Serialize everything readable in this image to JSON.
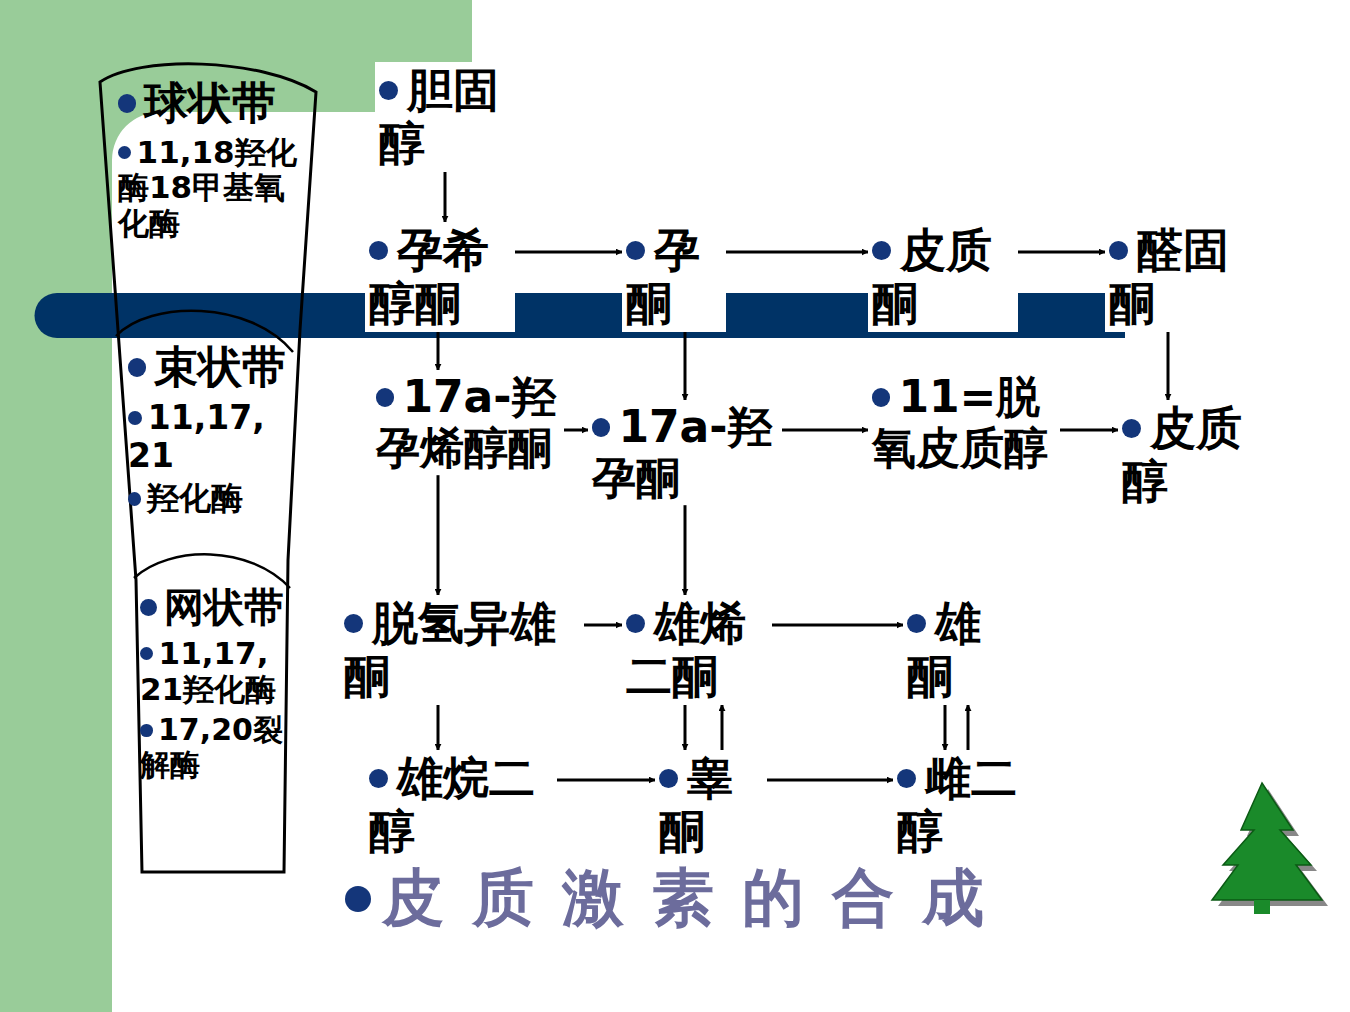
{
  "diagram": {
    "caption": "皮质激素的合成",
    "nodes": [
      {
        "text": [
          "球状带",
          "11,18羟化酶18甲基氧化酶"
        ]
      },
      {
        "text": [
          "束状带",
          "11,17, 21",
          "羟化酶"
        ]
      },
      {
        "text": [
          "网状带",
          "11,17, 21羟化酶",
          "17,20裂解酶"
        ]
      },
      {
        "text": [
          "胆固醇"
        ]
      },
      {
        "text": [
          "孕希醇酮"
        ]
      },
      {
        "text": [
          "孕酮"
        ]
      },
      {
        "text": [
          "皮质酮"
        ]
      },
      {
        "text": [
          "醛固酮"
        ]
      },
      {
        "text": [
          "17a-羟孕烯醇酮"
        ]
      },
      {
        "text": [
          "17a-羟孕酮"
        ]
      },
      {
        "text": [
          "11=脱氧皮质醇"
        ]
      },
      {
        "text": [
          "皮质醇"
        ]
      },
      {
        "text": [
          "脱氢异雄酮"
        ]
      },
      {
        "text": [
          "雄烯二酮"
        ]
      },
      {
        "text": [
          "雄酮"
        ]
      },
      {
        "text": [
          "雄烷二醇"
        ]
      },
      {
        "text": [
          "睾酮"
        ]
      },
      {
        "text": [
          "雌二醇"
        ]
      }
    ],
    "edges": [
      {
        "from": 3,
        "to": 4,
        "arrow": "to"
      },
      {
        "from": 4,
        "to": 5,
        "arrow": "to"
      },
      {
        "from": 5,
        "to": 6,
        "arrow": "to"
      },
      {
        "from": 6,
        "to": 7,
        "arrow": "to"
      },
      {
        "from": 4,
        "to": 8,
        "arrow": "to"
      },
      {
        "from": 5,
        "to": 9,
        "arrow": "to"
      },
      {
        "from": 7,
        "to": 11,
        "arrow": "to"
      },
      {
        "from": 8,
        "to": 9,
        "arrow": "to"
      },
      {
        "from": 9,
        "to": 10,
        "arrow": "to"
      },
      {
        "from": 10,
        "to": 11,
        "arrow": "to"
      },
      {
        "from": 8,
        "to": 12,
        "arrow": "to"
      },
      {
        "from": 9,
        "to": 13,
        "arrow": "to"
      },
      {
        "from": 12,
        "to": 13,
        "arrow": "to"
      },
      {
        "from": 13,
        "to": 14,
        "arrow": "to"
      },
      {
        "from": 12,
        "to": 15,
        "arrow": "to"
      },
      {
        "from": 13,
        "to": 16,
        "arrow": "to"
      },
      {
        "from": 16,
        "to": 13,
        "arrow": "to"
      },
      {
        "from": 14,
        "to": 17,
        "arrow": "to"
      },
      {
        "from": 17,
        "to": 14,
        "arrow": "to"
      },
      {
        "from": 15,
        "to": 16,
        "arrow": "to"
      },
      {
        "from": 16,
        "to": 17,
        "arrow": "to"
      }
    ]
  }
}
